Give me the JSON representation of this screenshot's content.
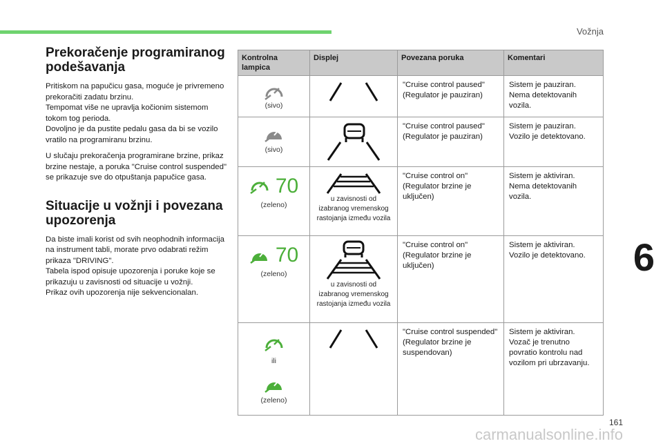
{
  "header": {
    "section": "Vožnja",
    "chapter": "6",
    "page": "161"
  },
  "watermark": "carmanualsonline.info",
  "left": {
    "h1": "Prekoračenje programiranog podešavanja",
    "p1": "Pritiskom na papučicu gasa, moguće je privremeno prekoračiti zadatu brzinu.",
    "p2": "Tempomat više ne upravlja kočionim sistemom tokom tog perioda.",
    "p3": "Dovoljno je da pustite pedalu gasa da bi se vozilo vratilo na programiranu brzinu.",
    "p4": "U slučaju prekoračenja programirane brzine, prikaz brzine nestaje, a poruka \"Cruise control suspended\" se prikazuje sve do otpuštanja papučice gasa.",
    "h2": "Situacije u vožnji i povezana upozorenja",
    "p5": "Da biste imali korist od svih neophodnih informacija na instrument tabli, morate prvo odabrati režim prikaza \"DRIVING\".",
    "p6": "Tabela ispod opisuje upozorenja i poruke koje se prikazuju u zavisnosti od situacije u vožnji.",
    "p7": "Prikaz ovih upozorenja nije sekvencionalan."
  },
  "colors": {
    "grey_icon": "#8a8a8a",
    "green_icon": "#4caf3a",
    "header_bg": "#c9c9c9",
    "accent_bar": "#6fd36f"
  },
  "table": {
    "headers": [
      "Kontrolna lampica",
      "Displej",
      "Povezana poruka",
      "Komentari"
    ],
    "rows": [
      {
        "lamp_caption": "(sivo)",
        "message": "\"Cruise control paused\" (Regulator je pauziran)",
        "comment": "Sistem je pauziran. Nema detektovanih vozila."
      },
      {
        "lamp_caption": "(sivo)",
        "message": "\"Cruise control paused\" (Regulator je pauziran)",
        "comment": "Sistem je pauziran. Vozilo je detektovano."
      },
      {
        "lamp_caption": "(zeleno)",
        "speed": "70",
        "display_caption": "u zavisnosti od izabranog vremenskog rastojanja između vozila",
        "message": "\"Cruise control on\" (Regulator brzine je uključen)",
        "comment": "Sistem je aktiviran. Nema detektovanih vozila."
      },
      {
        "lamp_caption": "(zeleno)",
        "speed": "70",
        "display_caption": "u zavisnosti od izabranog vremenskog rastojanja između vozila",
        "message": "\"Cruise control on\" (Regulator brzine je uključen)",
        "comment": "Sistem je aktiviran. Vozilo je detektovano."
      },
      {
        "lamp_caption_mid": "ili",
        "lamp_caption": "(zeleno)",
        "message": "\"Cruise control suspended\" (Regulator brzine je suspendovan)",
        "comment": "Sistem je aktiviran. Vozač je trenutno povratio kontrolu nad vozilom pri ubrzavanju."
      }
    ]
  }
}
